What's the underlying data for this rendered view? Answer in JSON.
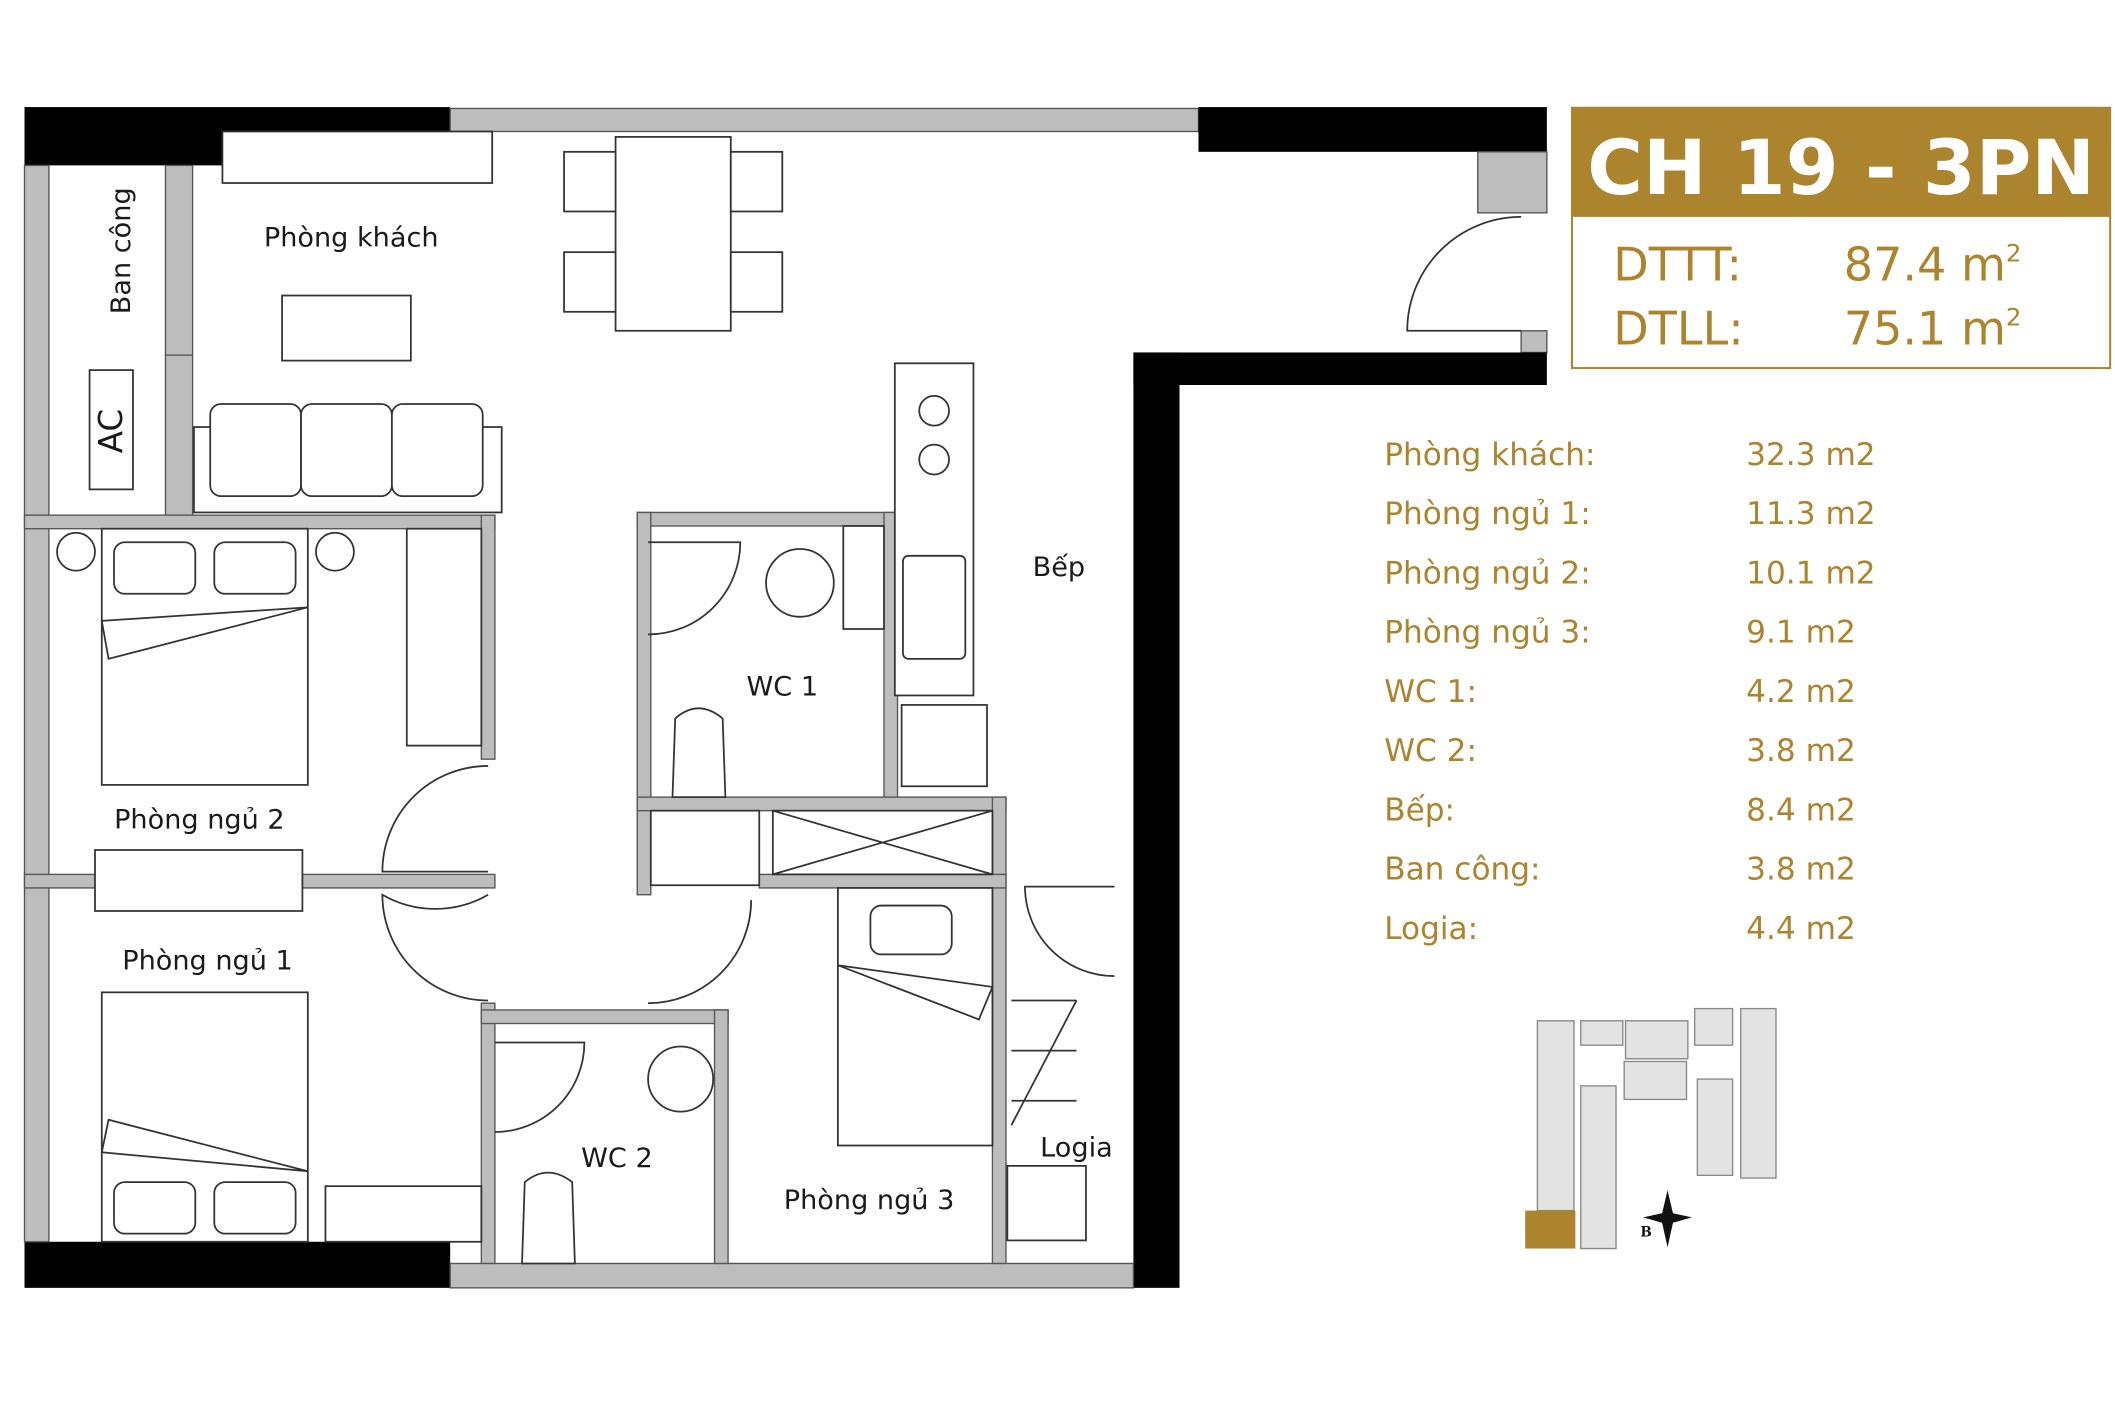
{
  "unit": {
    "title": "CH 19 - 3PN",
    "dttt_label": "DTTT:",
    "dttt_value": "87.4 m",
    "dtll_label": "DTLL:",
    "dtll_value": "75.1 m",
    "sup": "2"
  },
  "areas": [
    {
      "label": "Phòng khách:",
      "value": "32.3 m2"
    },
    {
      "label": "Phòng ngủ 1:",
      "value": "11.3 m2"
    },
    {
      "label": "Phòng ngủ 2:",
      "value": "10.1 m2"
    },
    {
      "label": "Phòng ngủ 3:",
      "value": "9.1 m2"
    },
    {
      "label": "WC 1:",
      "value": "4.2 m2"
    },
    {
      "label": "WC 2:",
      "value": "3.8 m2"
    },
    {
      "label": "Bếp:",
      "value": "8.4 m2"
    },
    {
      "label": "Ban công:",
      "value": "3.8 m2"
    },
    {
      "label": "Logia:",
      "value": "4.4 m2"
    }
  ],
  "rooms": {
    "living": "Phòng khách",
    "balcony": "Ban công",
    "ac": "AC",
    "bed2": "Phòng ngủ 2",
    "bed1": "Phòng ngủ 1",
    "wc1": "WC 1",
    "kitchen": "Bếp",
    "wc2": "WC 2",
    "bed3": "Phòng ngủ 3",
    "logia": "Logia"
  },
  "compass_label": "B",
  "colors": {
    "accent": "#AD842E"
  }
}
